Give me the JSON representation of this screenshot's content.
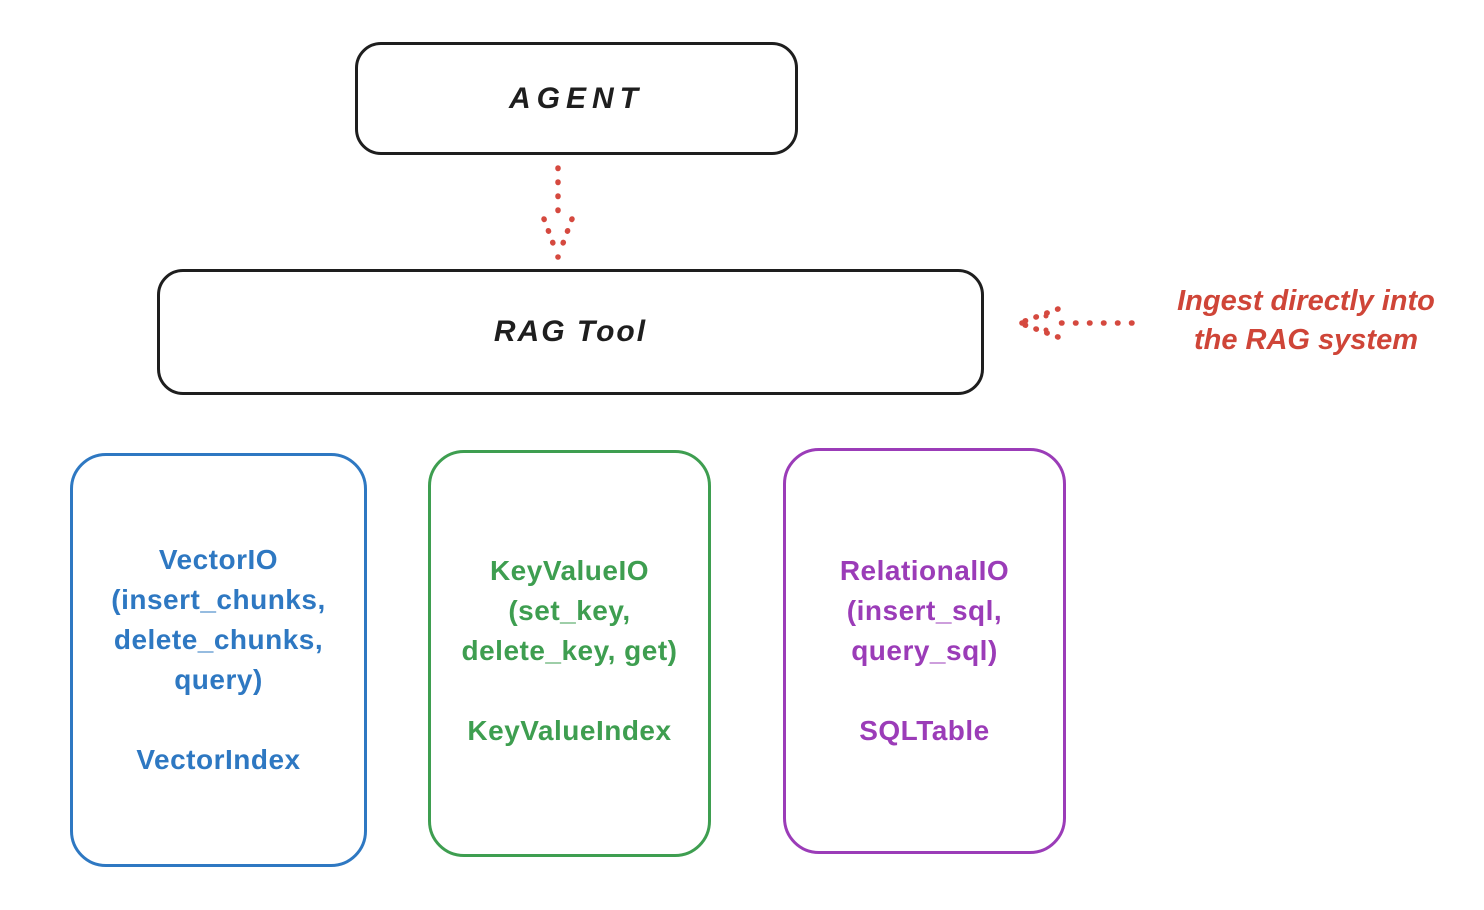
{
  "diagram": {
    "agent": {
      "label": "AGENT",
      "stroke": "#1e1e1e"
    },
    "rag_tool": {
      "label": "RAG Tool",
      "stroke": "#1e1e1e"
    },
    "cards": [
      {
        "id": "vector",
        "color": "#2e78c2",
        "lines": [
          "VectorIO",
          "(insert_chunks,",
          "delete_chunks,",
          "query)"
        ],
        "index_label": "VectorIndex"
      },
      {
        "id": "keyvalue",
        "color": "#3e9e50",
        "lines": [
          "KeyValueIO",
          "(set_key,",
          "delete_key, get)"
        ],
        "index_label": "KeyValueIndex"
      },
      {
        "id": "relational",
        "color": "#9b3cb8",
        "lines": [
          "RelationalIO",
          "(insert_sql,",
          "query_sql)"
        ],
        "index_label": "SQLTable"
      }
    ],
    "annotation": {
      "line1": "Ingest directly into",
      "line2": "the RAG system",
      "color": "#cf4538"
    },
    "arrows": {
      "agent_to_rag": {
        "style": "dotted",
        "direction": "down",
        "color": "#d5493f"
      },
      "annotation_to_rag": {
        "style": "dotted",
        "direction": "left",
        "color": "#d5493f"
      }
    }
  }
}
